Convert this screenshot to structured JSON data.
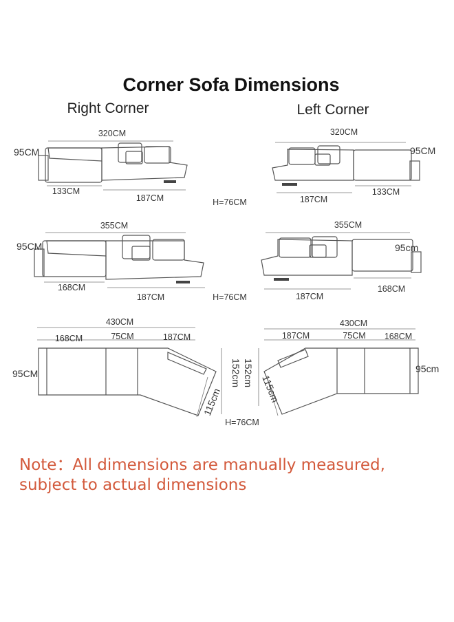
{
  "title": "Corner Sofa Dimensions",
  "right_corner_label": "Right Corner",
  "left_corner_label": "Left Corner",
  "rows": [
    {
      "right": {
        "total": "320CM",
        "depth": "95CM",
        "left_seg": "133CM",
        "right_seg": "187CM"
      },
      "height": "H=76CM",
      "left": {
        "total": "320CM",
        "depth": "95CM",
        "left_seg": "187CM",
        "right_seg": "133CM"
      }
    },
    {
      "right": {
        "total": "355CM",
        "depth": "95CM",
        "left_seg": "168CM",
        "right_seg": "187CM"
      },
      "height": "H=76CM",
      "left": {
        "total": "355CM",
        "depth": "95cm",
        "left_seg": "187CM",
        "right_seg": "168CM"
      }
    },
    {
      "right": {
        "total": "430CM",
        "depth": "95CM",
        "seg1": "168CM",
        "seg2": "75CM",
        "seg3": "187CM",
        "arm": "115cm",
        "side": "152cm"
      },
      "height": "H=76CM",
      "left": {
        "total": "430CM",
        "depth": "95cm",
        "seg1": "187CM",
        "seg2": "75CM",
        "seg3": "168CM",
        "arm": "115cm",
        "side": "152cm"
      }
    }
  ],
  "note_line1": "Note：All dimensions are manually measured,",
  "note_line2": "subject to actual dimensions",
  "colors": {
    "note": "#d35a3c",
    "lines": "#555555"
  }
}
